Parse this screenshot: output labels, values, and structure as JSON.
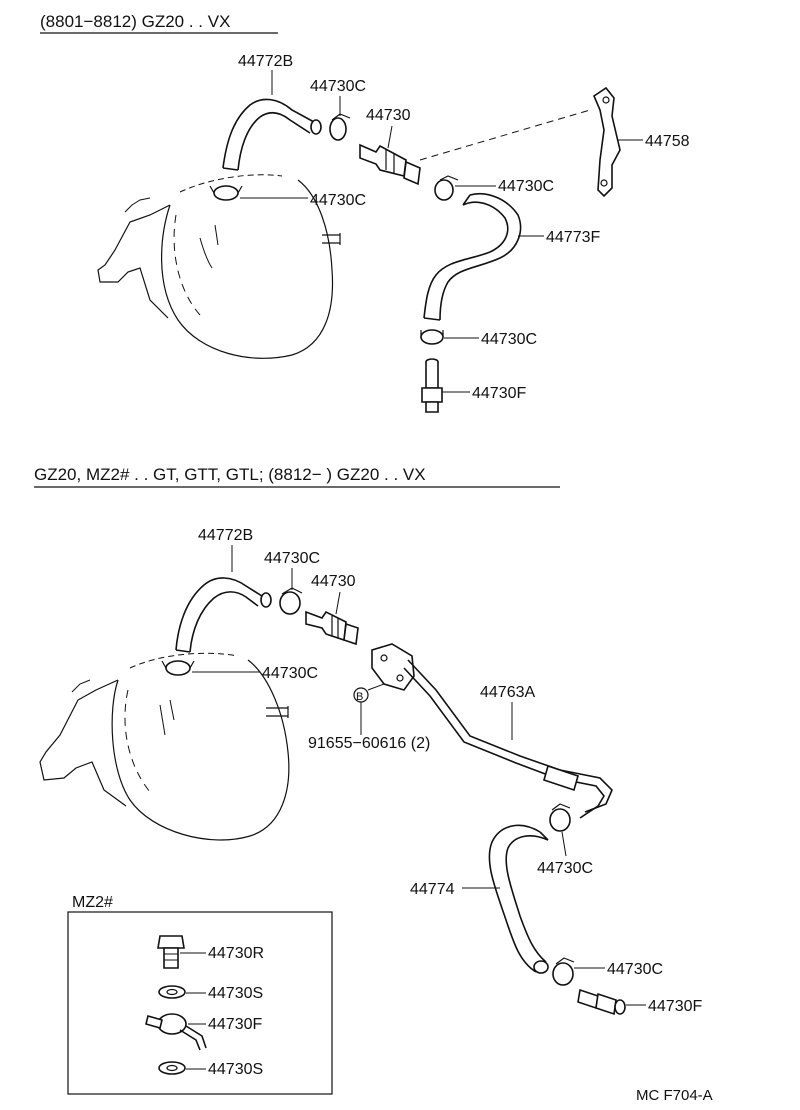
{
  "section_a": {
    "header": "(8801−8812) GZ20 . . VX",
    "labels": {
      "hose_top": "44772B",
      "clamp_top": "44730C",
      "valve": "44730",
      "bracket": "44758",
      "clamp_booster": "44730C",
      "clamp_right": "44730C",
      "hose_lower": "44773F",
      "clamp_bottom": "44730C",
      "union": "44730F"
    }
  },
  "section_b": {
    "header": "GZ20, MZ2# . . GT, GTT, GTL; (8812−           ) GZ20 . . VX",
    "labels": {
      "hose_top": "44772B",
      "clamp_top": "44730C",
      "valve": "44730",
      "clamp_booster": "44730C",
      "pipe": "44763A",
      "bolt_ref": "B",
      "bolt": "91655−60616 (2)",
      "clamp_mid": "44730C",
      "hose_lower": "44774",
      "clamp_bottom": "44730C",
      "union": "44730F"
    }
  },
  "inset": {
    "title": "MZ2#",
    "labels": {
      "bolt": "44730R",
      "washer_top": "44730S",
      "union": "44730F",
      "washer_bottom": "44730S"
    }
  },
  "figure_code": "MC F704-A"
}
